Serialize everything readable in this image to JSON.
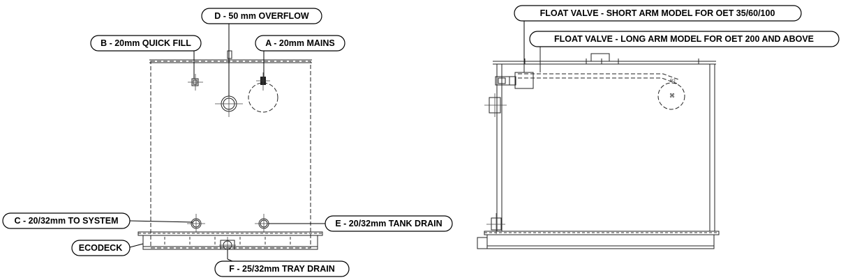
{
  "callouts": {
    "overflow": "D - 50 mm OVERFLOW",
    "quick_fill": "B - 20mm QUICK FILL",
    "mains": "A - 20mm MAINS",
    "to_system": "C - 20/32mm TO SYSTEM",
    "tank_drain": "E - 20/32mm TANK DRAIN",
    "ecodeck": "ECODECK",
    "tray_drain": "F -  25/32mm TRAY DRAIN",
    "float_short": "FLOAT VALVE - SHORT ARM MODEL FOR OET 35/60/100",
    "float_long": "FLOAT VALVE - LONG ARM MODEL FOR OET 200 AND ABOVE"
  }
}
